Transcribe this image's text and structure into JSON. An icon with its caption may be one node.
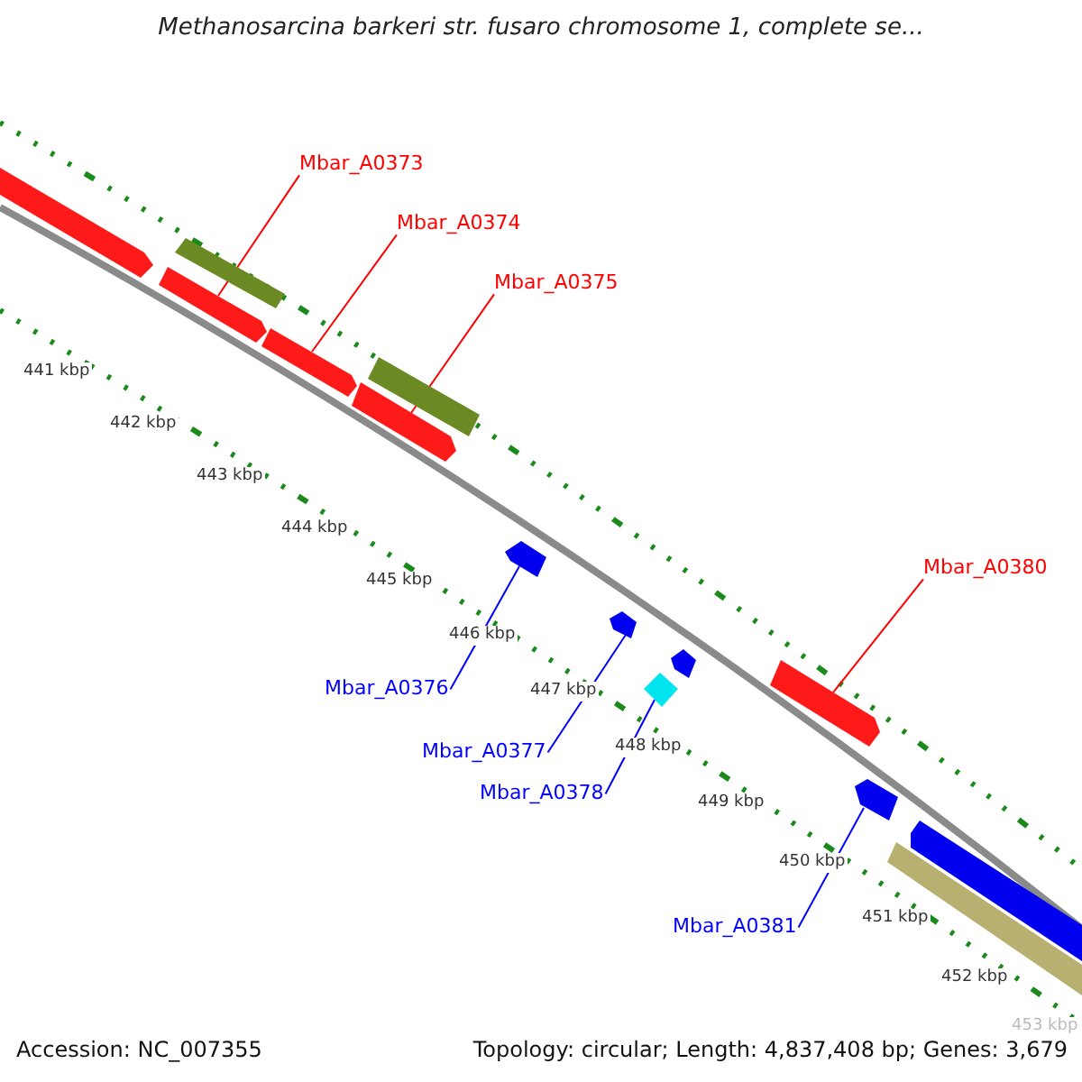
{
  "diagram": {
    "title": "Methanosarcina barkeri str. fusaro chromosome 1, complete se...",
    "nodes": [
      {
        "text": [
          "Mbar_A0373"
        ]
      },
      {
        "text": [
          "Mbar_A0374"
        ]
      },
      {
        "text": [
          "Mbar_A0375"
        ]
      },
      {
        "text": [
          "Mbar_A0380"
        ]
      },
      {
        "text": [
          "Mbar_A0376"
        ]
      },
      {
        "text": [
          "Mbar_A0377"
        ]
      },
      {
        "text": [
          "Mbar_A0378"
        ]
      },
      {
        "text": [
          "Mbar_A0381"
        ]
      },
      {
        "text": [],
        "shape": "bar"
      },
      {
        "text": [],
        "shape": "bar"
      },
      {
        "text": [],
        "shape": "bar"
      },
      {
        "text": [],
        "shape": "bar"
      },
      {
        "text": [],
        "shape": "bar"
      },
      {
        "text": [],
        "shape": "bar"
      },
      {
        "text": [],
        "shape": "bar"
      },
      {
        "text": [],
        "shape": "bar"
      },
      {
        "text": [],
        "shape": "bar"
      },
      {
        "text": [],
        "shape": "bar"
      },
      {
        "text": [],
        "shape": "bar"
      },
      {
        "text": [],
        "shape": "bar"
      },
      {
        "text": [],
        "shape": "bar"
      },
      {
        "text": [],
        "shape": "bar"
      }
    ],
    "edges": [
      {
        "from": 0,
        "to": 8,
        "arrow": "none"
      },
      {
        "from": 1,
        "to": 9,
        "arrow": "none"
      },
      {
        "from": 2,
        "to": 10,
        "arrow": "none"
      },
      {
        "from": 3,
        "to": 11,
        "arrow": "none"
      },
      {
        "from": 4,
        "to": 12,
        "arrow": "none",
        "color": "#0000ff"
      },
      {
        "from": 5,
        "to": 13,
        "arrow": "none",
        "color": "#0000ff"
      },
      {
        "from": 6,
        "to": 14,
        "arrow": "none",
        "color": "#0000ff"
      },
      {
        "from": 7,
        "to": 15,
        "arrow": "none",
        "color": "#0000ff"
      }
    ],
    "labels": [
      "441 kbp",
      "442 kbp",
      "443 kbp",
      "444 kbp",
      "445 kbp",
      "446 kbp",
      "447 kbp",
      "448 kbp",
      "449 kbp",
      "450 kbp",
      "451 kbp",
      "452 kbp",
      "453 kbp",
      "Accession: NC_007355",
      "Topology: circular; Length: 4,837,408 bp; Genes: 3,679"
    ]
  }
}
